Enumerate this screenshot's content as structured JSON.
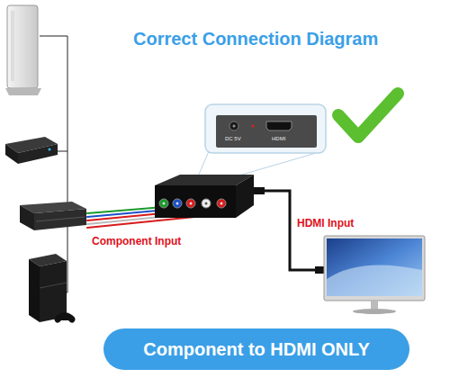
{
  "diagram": {
    "title": "Correct Connection Diagram",
    "nodes": [
      {
        "text": [
          "Component to HDMI ONLY"
        ]
      }
    ],
    "labels": [
      "Component Input",
      "HDMI Input",
      "DC 5V",
      "HDMI"
    ]
  }
}
